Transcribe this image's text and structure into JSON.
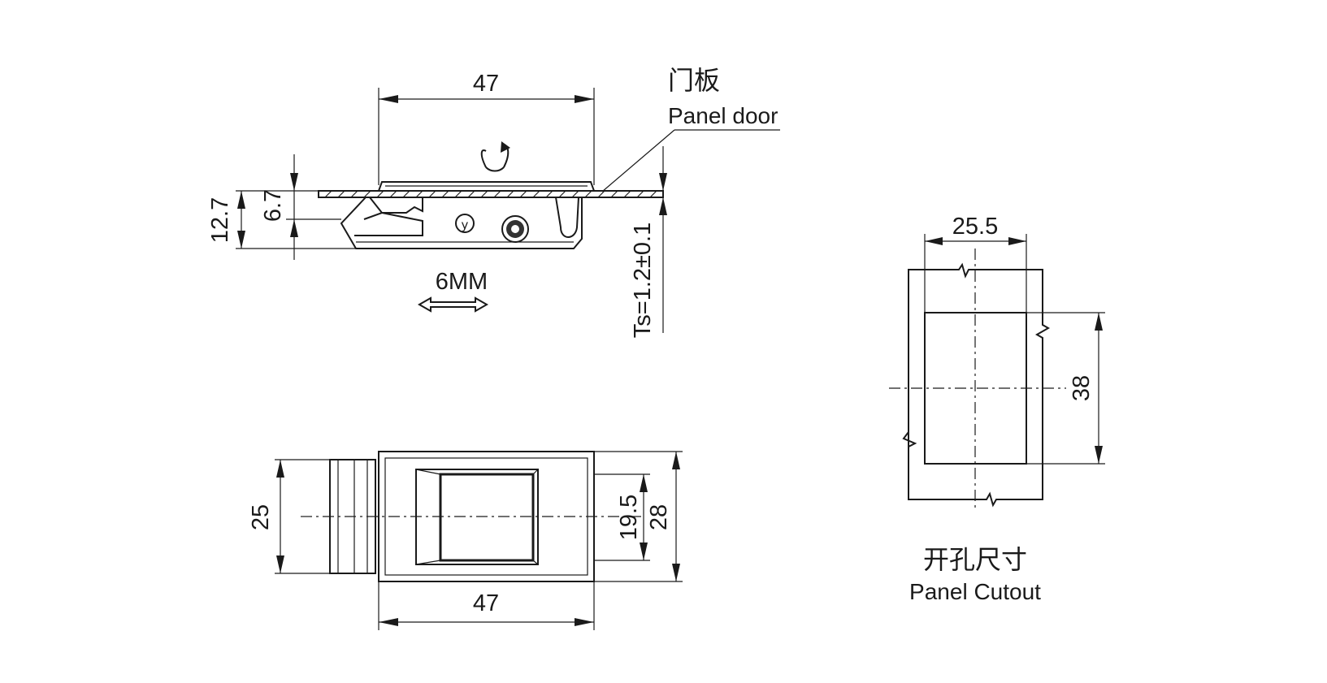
{
  "colors": {
    "line": "#1a1a1a",
    "background": "#ffffff"
  },
  "side_view": {
    "width_dim": "47",
    "total_height_dim": "12.7",
    "body_height_dim": "6.7",
    "travel_dim": "6MM",
    "panel_label_cn": "门板",
    "panel_label_en": "Panel door",
    "thickness_dim": "Ts=1.2±0.1",
    "rotate_icon": "rotate-arrow-icon"
  },
  "front_view": {
    "width_dim": "47",
    "height_dim": "28",
    "window_dim": "19.5",
    "knob_dim": "25"
  },
  "cutout_view": {
    "width_dim": "25.5",
    "height_dim": "38",
    "label_cn": "开孔尺寸",
    "label_en": "Panel Cutout"
  }
}
